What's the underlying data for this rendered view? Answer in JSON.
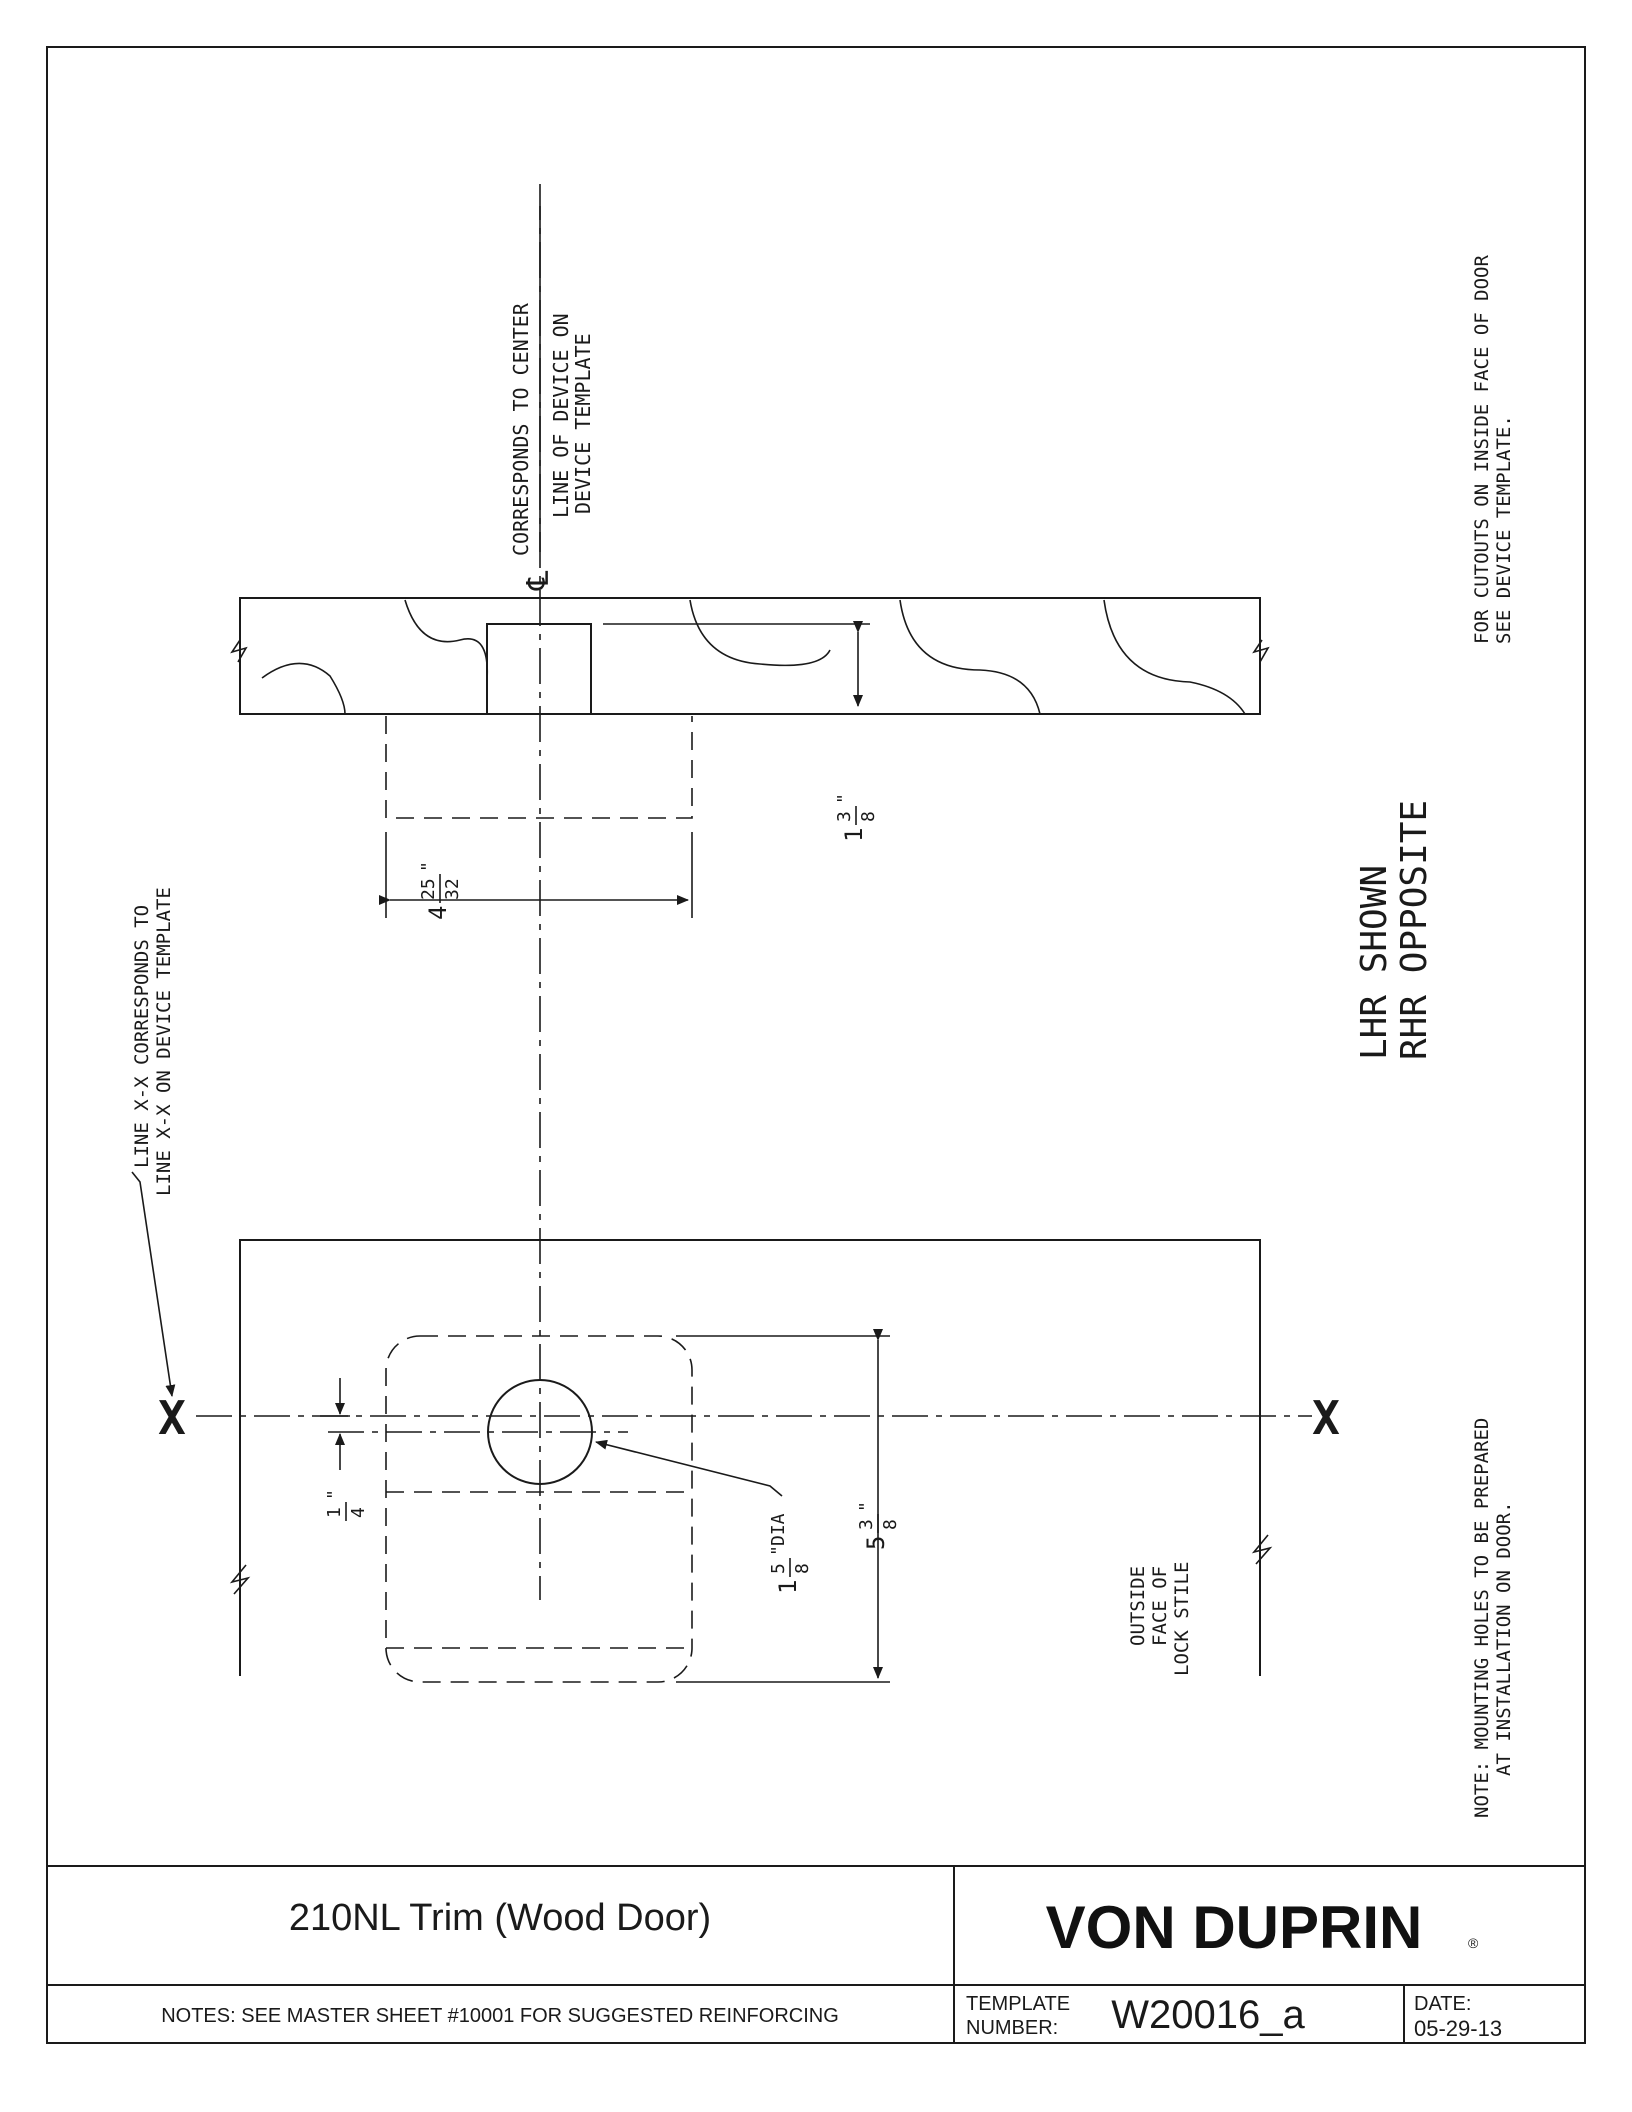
{
  "drawing": {
    "centerline_note_line1": "CORRESPONDS TO CENTER",
    "centerline_note_line2": "LINE OF DEVICE ON",
    "centerline_note_line3": "DEVICE TEMPLATE",
    "centerline_symbol": "℄",
    "cutouts_note_line1": "FOR CUTOUTS ON INSIDE FACE OF DOOR",
    "cutouts_note_line2": "SEE DEVICE TEMPLATE.",
    "handing_line1": "LHR SHOWN",
    "handing_line2": "RHR OPPOSITE",
    "line_xx_note_line1": "LINE X-X CORRESPONDS TO",
    "line_xx_note_line2": "LINE X-X ON DEVICE TEMPLATE",
    "mounting_note_line1": "NOTE: MOUNTING HOLES TO BE PREPARED",
    "mounting_note_line2": "AT INSTALLATION ON DOOR.",
    "stile_label_line1": "OUTSIDE",
    "stile_label_line2": "FACE OF",
    "stile_label_line3": "LOCK STILE",
    "x_mark": "X",
    "dim_thickness": {
      "whole": "1",
      "num": "3",
      "den": "8",
      "unit": "\""
    },
    "dim_width": {
      "whole": "4",
      "num": "25",
      "den": "32",
      "unit": "\""
    },
    "dim_height": {
      "whole": "5",
      "num": "3",
      "den": "8",
      "unit": "\""
    },
    "dim_hole": {
      "whole": "1",
      "num": "5",
      "den": "8",
      "unit": "\"",
      "suffix": "DIA"
    },
    "dim_offset": {
      "num": "1",
      "den": "4",
      "unit": "\""
    }
  },
  "title_block": {
    "title": "210NL Trim (Wood Door)",
    "brand": "VON DUPRIN",
    "brand_mark": "®",
    "notes": "NOTES: SEE MASTER SHEET #10001 FOR SUGGESTED REINFORCING",
    "template_label_line1": "TEMPLATE",
    "template_label_line2": "NUMBER:",
    "template_number": "W20016_a",
    "date_label": "DATE:",
    "date_value": "05-29-13"
  }
}
